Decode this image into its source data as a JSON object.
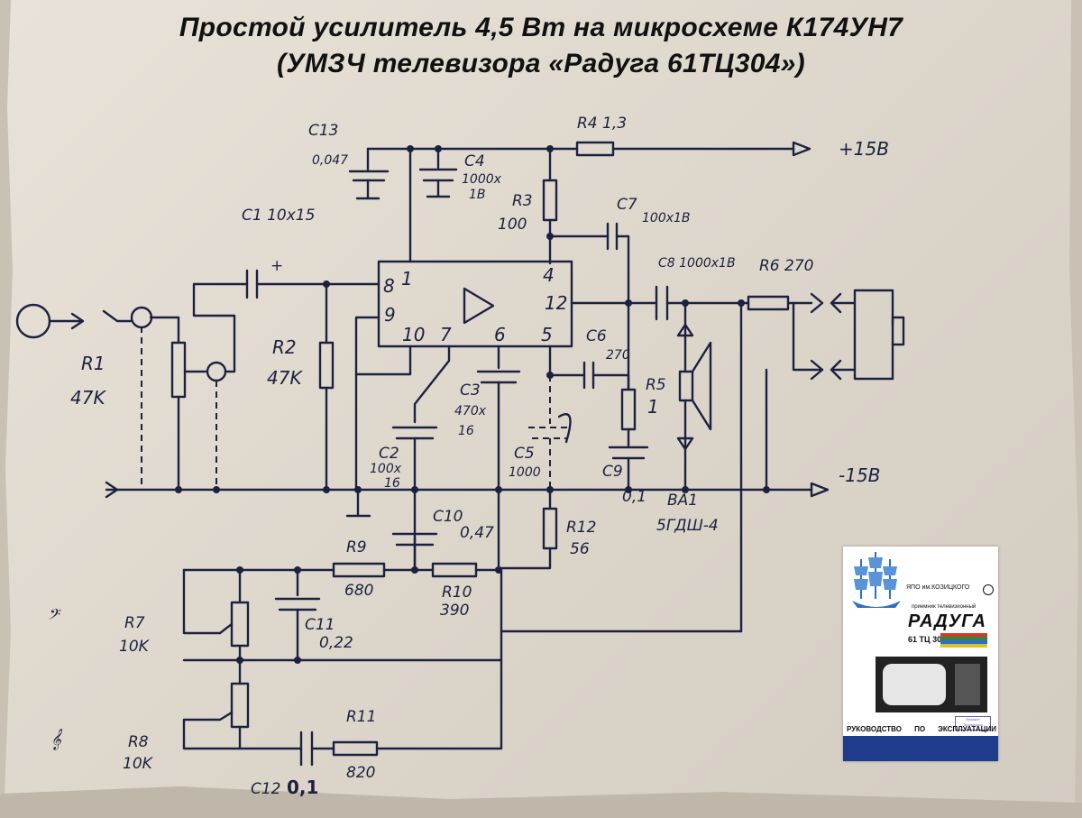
{
  "title": {
    "line1": "Простой усилитель 4,5 Вт на микросхеме К174УН7",
    "line2": "(УМЗЧ телевизора «Радуга 61ТЦ304»)"
  },
  "schematic": {
    "chip_pins": {
      "p8": "8",
      "p1": "1",
      "p9": "9",
      "p4": "4",
      "p12": "12",
      "p10": "10",
      "p7": "7",
      "p6": "6",
      "p5": "5"
    },
    "labels": {
      "c13": "C13",
      "c13_val": "0,047",
      "r4": "R4 1,3",
      "vplus": "+15В",
      "vminus": "-15В",
      "c4": "C4",
      "c4_val": "1000x",
      "c4_volt": "1В",
      "r3": "R3",
      "r3_val": "100",
      "c7": "C7",
      "c7_val": "100x1В",
      "c1": "C1 10x15",
      "c8": "C8 1000x1В",
      "r6": "R6 270",
      "r1": "R1",
      "r1_val": "47K",
      "r2": "R2",
      "r2_val": "47K",
      "c6": "C6",
      "c6_val": "270",
      "c3": "C3",
      "c3_val": "470x",
      "c3_volt": "16",
      "r5": "R5",
      "r5_val": "1",
      "c2": "C2",
      "c2_val": "100x",
      "c2_volt": "16",
      "c5": "C5",
      "c5_val": "1000",
      "c9": "C9",
      "c9_val": "0,1",
      "ba1": "ВА1",
      "ba1_val": "5ГДШ-4",
      "c10": "C10",
      "c10_val": "0,47",
      "r12": "R12",
      "r12_val": "56",
      "r9": "R9",
      "r9_val": "680",
      "r10": "R10",
      "r10_val": "390",
      "r7": "R7",
      "r7_val": "10K",
      "c11": "C11",
      "c11_val": "0,22",
      "r8": "R8",
      "r8_val": "10K",
      "r11": "R11",
      "r11_val": "820",
      "c12": "C12",
      "c12_val": "0,1",
      "plus": "+"
    },
    "icons": [
      "input-jack-icon",
      "bass-clef-icon",
      "treble-clef-icon",
      "speaker-icon",
      "opamp-triangle-icon"
    ]
  },
  "manual_cover": {
    "publisher": "ЯПО им.КОЗИЦКОГО",
    "subtitle": "приемник телевизионный",
    "brand": "РАДУГА",
    "model": "61 ТЦ 304Д",
    "stamp": "Магазин Телевизоры",
    "guide_words": [
      "РУКОВОДСТВО",
      "ПО",
      "ЭКСПЛУАТАЦИИ"
    ],
    "flag_colors": [
      "#d63a2c",
      "#2b8a3e",
      "#2c6fc4",
      "#e0c02a"
    ],
    "band_color": "#1f3b8c"
  }
}
